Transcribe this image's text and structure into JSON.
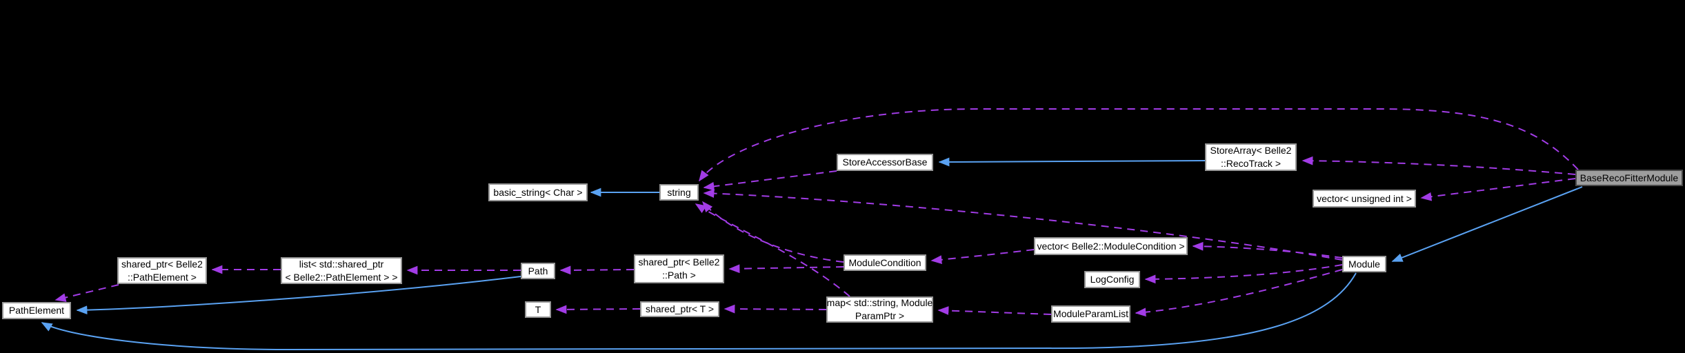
{
  "diagram": {
    "kind": "collaboration-graph",
    "main_node": "BaseRecoFitterModule"
  },
  "colors": {
    "background": "#000000",
    "node_fill": "#ffffff",
    "node_border": "#979797",
    "node_text": "#000000",
    "main_node_fill": "#9e9e9e",
    "main_node_border": "#4a4a4a",
    "inheritance_edge": "#5aa2f2",
    "usage_edge": "#a23ce6"
  },
  "nodes": [
    {
      "id": "basic_string",
      "label": "basic_string< Char >"
    },
    {
      "id": "string",
      "label": "string"
    },
    {
      "id": "store_accessor_base",
      "label": "StoreAccessorBase"
    },
    {
      "id": "store_array_recotrack",
      "label": "StoreArray< Belle2\n::RecoTrack >"
    },
    {
      "id": "vector_unsigned_int",
      "label": "vector< unsigned int >"
    },
    {
      "id": "base_reco_fitter_module",
      "label": "BaseRecoFitterModule"
    },
    {
      "id": "vector_module_condition",
      "label": "vector< Belle2::ModuleCondition >"
    },
    {
      "id": "module_condition",
      "label": "ModuleCondition"
    },
    {
      "id": "module",
      "label": "Module"
    },
    {
      "id": "log_config",
      "label": "LogConfig"
    },
    {
      "id": "shared_ptr_path_element",
      "label": "shared_ptr< Belle2\n::PathElement >"
    },
    {
      "id": "list_shared_ptr_path_element",
      "label": "list< std::shared_ptr\n< Belle2::PathElement > >"
    },
    {
      "id": "path",
      "label": "Path"
    },
    {
      "id": "shared_ptr_path",
      "label": "shared_ptr< Belle2\n::Path >"
    },
    {
      "id": "path_element",
      "label": "PathElement"
    },
    {
      "id": "t",
      "label": "T"
    },
    {
      "id": "shared_ptr_t",
      "label": "shared_ptr< T >"
    },
    {
      "id": "map_string_moduleparamptr",
      "label": "map< std::string, Module\nParamPtr >"
    },
    {
      "id": "module_param_list",
      "label": "ModuleParamList"
    }
  ],
  "edges": [
    {
      "from": "string",
      "to": "basic_string",
      "relation": "inheritance"
    },
    {
      "from": "store_array_recotrack",
      "to": "store_accessor_base",
      "relation": "inheritance"
    },
    {
      "from": "base_reco_fitter_module",
      "to": "module",
      "relation": "inheritance"
    },
    {
      "from": "path",
      "to": "path_element",
      "relation": "inheritance"
    },
    {
      "from": "module",
      "to": "path_element",
      "relation": "inheritance"
    },
    {
      "from": "base_reco_fitter_module",
      "to": "string",
      "relation": "usage"
    },
    {
      "from": "base_reco_fitter_module",
      "to": "store_array_recotrack",
      "relation": "usage"
    },
    {
      "from": "base_reco_fitter_module",
      "to": "vector_unsigned_int",
      "relation": "usage"
    },
    {
      "from": "store_accessor_base",
      "to": "string",
      "relation": "usage"
    },
    {
      "from": "module",
      "to": "string",
      "relation": "usage"
    },
    {
      "from": "module_condition",
      "to": "string",
      "relation": "usage"
    },
    {
      "from": "map_string_moduleparamptr",
      "to": "string",
      "relation": "usage"
    },
    {
      "from": "module_condition",
      "to": "shared_ptr_path",
      "relation": "usage"
    },
    {
      "from": "module",
      "to": "vector_module_condition",
      "relation": "usage"
    },
    {
      "from": "vector_module_condition",
      "to": "module_condition",
      "relation": "usage"
    },
    {
      "from": "module",
      "to": "log_config",
      "relation": "usage"
    },
    {
      "from": "module",
      "to": "module_param_list",
      "relation": "usage"
    },
    {
      "from": "module_param_list",
      "to": "map_string_moduleparamptr",
      "relation": "usage"
    },
    {
      "from": "map_string_moduleparamptr",
      "to": "shared_ptr_t",
      "relation": "usage"
    },
    {
      "from": "shared_ptr_t",
      "to": "t",
      "relation": "usage"
    },
    {
      "from": "shared_ptr_path",
      "to": "path",
      "relation": "usage"
    },
    {
      "from": "path",
      "to": "list_shared_ptr_path_element",
      "relation": "usage"
    },
    {
      "from": "list_shared_ptr_path_element",
      "to": "shared_ptr_path_element",
      "relation": "usage"
    },
    {
      "from": "shared_ptr_path_element",
      "to": "path_element",
      "relation": "usage"
    }
  ]
}
